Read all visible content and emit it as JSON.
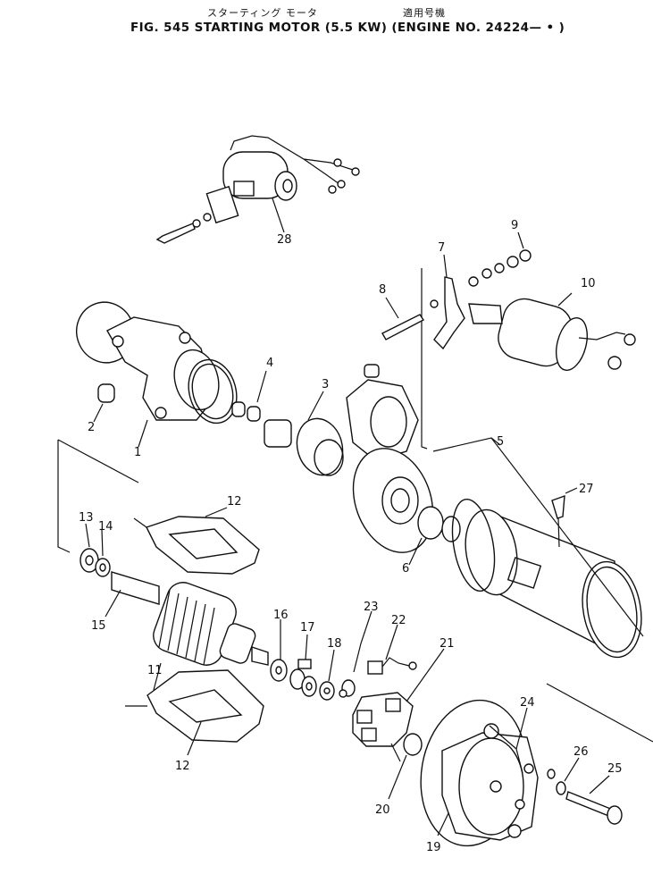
{
  "header": {
    "japanese_title": "スターティング モータ",
    "japanese_applicability": "適用号機",
    "title": "FIG. 545  STARTING  MOTOR  (5.5 KW)  (ENGINE  NO.  24224—  •  )"
  },
  "callouts": {
    "c1": "1",
    "c2": "2",
    "c3": "3",
    "c4": "4",
    "c5": "5",
    "c6": "6",
    "c7": "7",
    "c8": "8",
    "c9": "9",
    "c10": "10",
    "c11": "11",
    "c12a": "12",
    "c12b": "12",
    "c13": "13",
    "c14": "14",
    "c15": "15",
    "c16": "16",
    "c17": "17",
    "c18": "18",
    "c19": "19",
    "c20": "20",
    "c21": "21",
    "c22": "22",
    "c23": "23",
    "c24": "24",
    "c25": "25",
    "c26": "26",
    "c27": "27",
    "c28": "28"
  }
}
